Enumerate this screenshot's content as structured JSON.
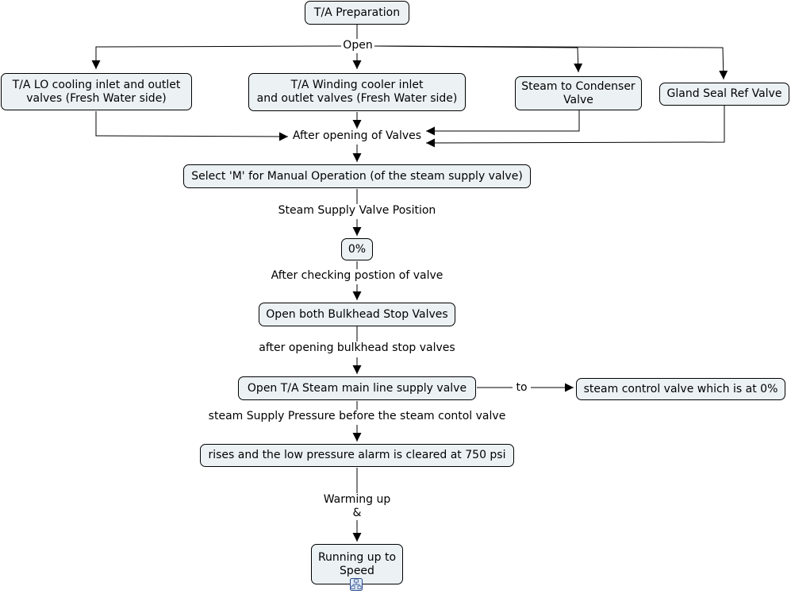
{
  "nodes": {
    "ta_preparation": "T/A  Preparation",
    "lo_cooling": "T/A  LO cooling inlet and outlet\nvalves (Fresh Water side)",
    "winding_cooler": "T/A  Winding cooler inlet\nand outlet valves (Fresh Water side)",
    "steam_condenser": "Steam to Condenser\nValve",
    "gland_seal": "Gland Seal Ref Valve",
    "select_manual": "Select 'M' for Manual Operation (of the steam supply valve)",
    "zero_percent": "0%",
    "open_bulkhead": "Open both Bulkhead Stop Valves",
    "open_main_line": "Open T/A  Steam main line supply valve",
    "steam_control": "steam control valve which is at 0%",
    "rises_alarm": "rises and the low pressure alarm is cleared at 750 psi",
    "running_speed": "Running up to\nSpeed"
  },
  "links": {
    "open": "Open",
    "after_opening_valves": "After opening of Valves",
    "steam_supply_position": "Steam Supply Valve Position",
    "after_checking": "After checking postion of valve",
    "after_bulkhead": "after opening bulkhead stop valves",
    "to": "to",
    "steam_supply_pressure": "steam Supply Pressure before the steam contol valve",
    "warming_up": "Warming up\n&"
  },
  "icons": {
    "concept_map": "concept-map-icon"
  },
  "colors": {
    "node_fill": "#ecf2f4",
    "border": "#000000",
    "background": "#ffffff"
  }
}
